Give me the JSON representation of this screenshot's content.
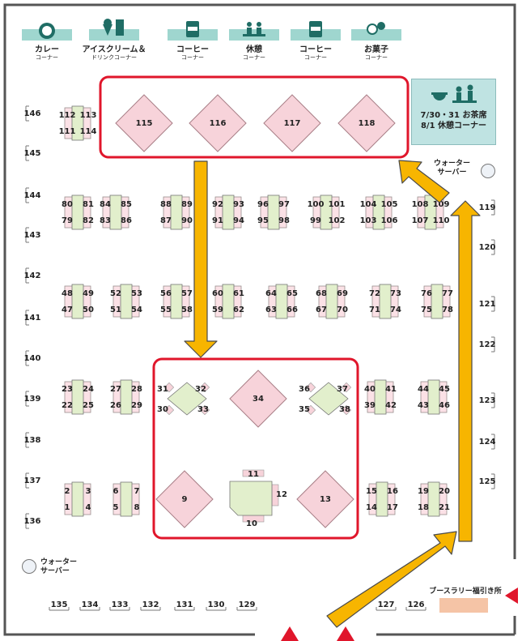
{
  "corners": [
    {
      "name": "カレー",
      "sub": "コーナー",
      "icon": "curry-icon"
    },
    {
      "name": "アイスクリーム＆",
      "sub": "ドリンクコーナー",
      "icon": "icecream-drink-icon"
    },
    {
      "name": "コーヒー",
      "sub": "コーナー",
      "icon": "coffee-cup-icon"
    },
    {
      "name": "休憩",
      "sub": "コーナー",
      "icon": "rest-people-icon"
    },
    {
      "name": "コーヒー",
      "sub": "コーナー",
      "icon": "coffee-cup-icon"
    },
    {
      "name": "お菓子",
      "sub": "コーナー",
      "icon": "sweets-icon"
    }
  ],
  "tea_corner": {
    "line1": "7/30・31 お茶席",
    "line2": "8/1 休憩コーナー",
    "icon": "tea-rest-icon"
  },
  "water_servers": [
    {
      "line1": "ウォーター",
      "line2": "サーバー"
    },
    {
      "line1": "ウォーター",
      "line2": "サーバー"
    }
  ],
  "stamp_rally": "ブースラリー福引き所",
  "diamond_booths": [
    "115",
    "116",
    "117",
    "118",
    "34",
    "9",
    "13"
  ],
  "highlight_top": [
    "115",
    "116",
    "117",
    "118"
  ],
  "highlight_center": [
    "30",
    "31",
    "32",
    "33",
    "34",
    "35",
    "36",
    "37",
    "38",
    "9",
    "10",
    "11",
    "12",
    "13"
  ],
  "table_pairs_row1": [
    [
      "112",
      "113",
      "111",
      "114"
    ],
    [
      "80",
      "81",
      "79",
      "82"
    ],
    [
      "84",
      "85",
      "83",
      "86"
    ],
    [
      "88",
      "89",
      "87",
      "90"
    ],
    [
      "92",
      "93",
      "91",
      "94"
    ],
    [
      "96",
      "97",
      "95",
      "98"
    ],
    [
      "100",
      "101",
      "99",
      "102"
    ],
    [
      "104",
      "105",
      "103",
      "106"
    ],
    [
      "108",
      "109",
      "107",
      "110"
    ]
  ],
  "table_pairs_row2": [
    [
      "48",
      "49",
      "47",
      "50"
    ],
    [
      "52",
      "53",
      "51",
      "54"
    ],
    [
      "56",
      "57",
      "55",
      "58"
    ],
    [
      "60",
      "61",
      "59",
      "62"
    ],
    [
      "64",
      "65",
      "63",
      "66"
    ],
    [
      "68",
      "69",
      "67",
      "70"
    ],
    [
      "72",
      "73",
      "71",
      "74"
    ],
    [
      "76",
      "77",
      "75",
      "78"
    ]
  ],
  "table_pairs_row3": [
    [
      "23",
      "24",
      "22",
      "25"
    ],
    [
      "27",
      "28",
      "26",
      "29"
    ],
    [
      "40",
      "41",
      "39",
      "42"
    ],
    [
      "44",
      "45",
      "43",
      "46"
    ]
  ],
  "table_pairs_row4": [
    [
      "2",
      "3",
      "1",
      "4"
    ],
    [
      "6",
      "7",
      "5",
      "8"
    ],
    [
      "15",
      "16",
      "14",
      "17"
    ],
    [
      "19",
      "20",
      "18",
      "21"
    ]
  ],
  "cross_tables": [
    [
      "31",
      "32",
      "30",
      "33"
    ],
    [
      "36",
      "37",
      "35",
      "38"
    ]
  ],
  "square_table": {
    "top": "11",
    "right": "12",
    "bottom": "10"
  },
  "left_wall": [
    "146",
    "145",
    "144",
    "143",
    "142",
    "141",
    "140",
    "139",
    "138",
    "137",
    "136"
  ],
  "right_wall": [
    "119",
    "120",
    "121",
    "122",
    "123",
    "124",
    "125"
  ],
  "bottom_wall": [
    "135",
    "134",
    "133",
    "132",
    "131",
    "130",
    "129",
    "127",
    "126"
  ],
  "colors": {
    "accent_red": "#e0162b",
    "arrow": "#f7b500",
    "arrow_stroke": "#4a4a4a",
    "booth_pink": "#f7d3da",
    "table_green": "#e2efcc",
    "corner_teal": "#9fd6cf"
  }
}
